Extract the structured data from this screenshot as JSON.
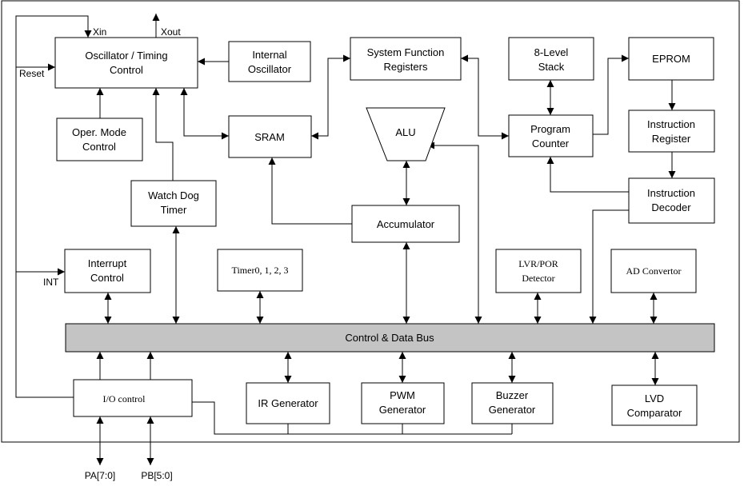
{
  "blocks": {
    "osc_timing": [
      "Oscillator / Timing",
      "Control"
    ],
    "internal_osc": [
      "Internal",
      "Oscillator"
    ],
    "sys_func_regs": [
      "System Function",
      "Registers"
    ],
    "stack": [
      "8-Level",
      "Stack"
    ],
    "eprom": [
      "EPROM"
    ],
    "oper_mode": [
      "Oper. Mode",
      "Control"
    ],
    "sram": [
      "SRAM"
    ],
    "alu": [
      "ALU"
    ],
    "program_counter": [
      "Program",
      "Counter"
    ],
    "instruction_register": [
      "Instruction",
      "Register"
    ],
    "watchdog": [
      "Watch Dog",
      "Timer"
    ],
    "accumulator": [
      "Accumulator"
    ],
    "instruction_decoder": [
      "Instruction",
      "Decoder"
    ],
    "interrupt": [
      "Interrupt",
      "Control"
    ],
    "timers": [
      "Timer0, 1, 2, 3"
    ],
    "lvr_por": [
      "LVR/POR",
      "Detector"
    ],
    "ad_convertor": [
      "AD Convertor"
    ],
    "bus": [
      "Control & Data Bus"
    ],
    "io_control": [
      "I/O control"
    ],
    "ir_generator": [
      "IR Generator"
    ],
    "pwm_generator": [
      "PWM",
      "Generator"
    ],
    "buzzer_generator": [
      "Buzzer",
      "Generator"
    ],
    "lvd_comparator": [
      "LVD",
      "Comparator"
    ]
  },
  "pins": {
    "xin": "Xin",
    "xout": "Xout",
    "reset": "Reset",
    "int": "INT",
    "pa": "PA[7:0]",
    "pb": "PB[5:0]"
  }
}
